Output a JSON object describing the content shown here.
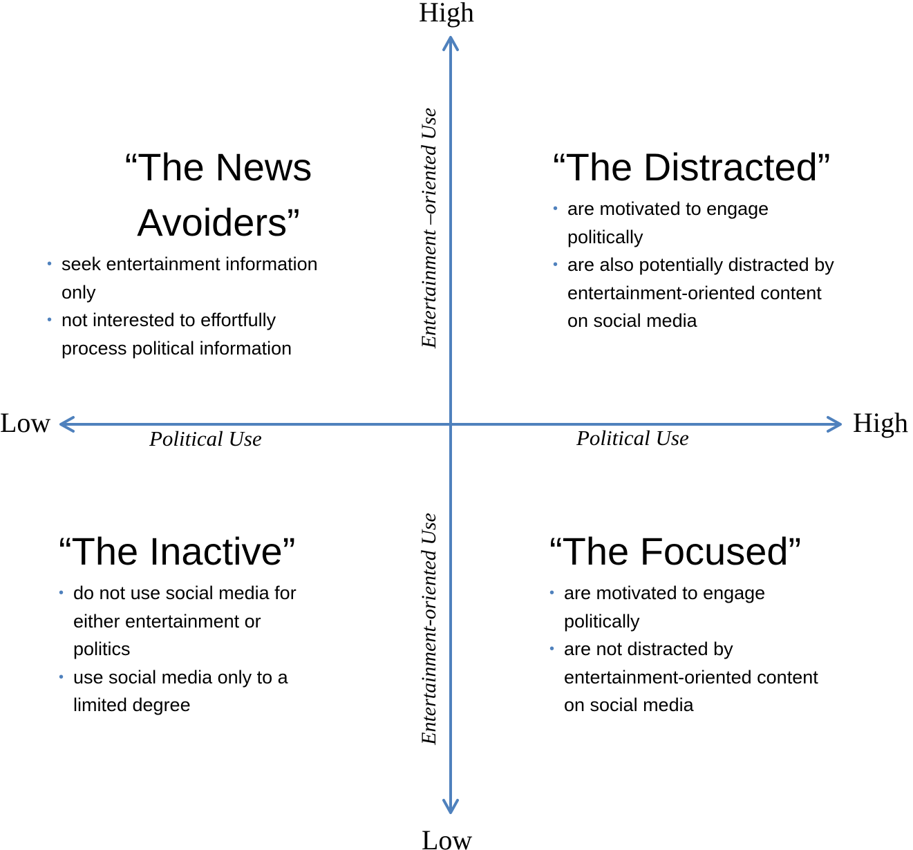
{
  "colors": {
    "axis": "#4f81bd",
    "bullet": "#4f81bd"
  },
  "axes": {
    "vertical": {
      "high": "High",
      "low": "Low",
      "label_upper": "Entertainment –oriented Use",
      "label_lower": "Entertainment-oriented Use"
    },
    "horizontal": {
      "low": "Low",
      "high": "High",
      "label_left": "Political Use",
      "label_right": "Political Use"
    }
  },
  "quadrants": {
    "news_avoiders": {
      "title_lines": [
        "“The News",
        "Avoiders”"
      ],
      "bullets": [
        [
          "seek entertainment information",
          "only"
        ],
        [
          "not interested to effortfully",
          "process political information"
        ]
      ]
    },
    "distracted": {
      "title_lines": [
        "“The Distracted”"
      ],
      "bullets": [
        [
          "are motivated to engage",
          "politically"
        ],
        [
          "are also potentially distracted by",
          "entertainment-oriented content",
          "on social media"
        ]
      ]
    },
    "inactive": {
      "title_lines": [
        "“The Inactive”"
      ],
      "bullets": [
        [
          "do not use social media for",
          "either entertainment or",
          "politics"
        ],
        [
          "use social media only to a",
          "limited degree"
        ]
      ]
    },
    "focused": {
      "title_lines": [
        "“The Focused”"
      ],
      "bullets": [
        [
          "are motivated to engage",
          "politically"
        ],
        [
          "are not distracted by",
          "entertainment-oriented content",
          "on social media"
        ]
      ]
    }
  }
}
